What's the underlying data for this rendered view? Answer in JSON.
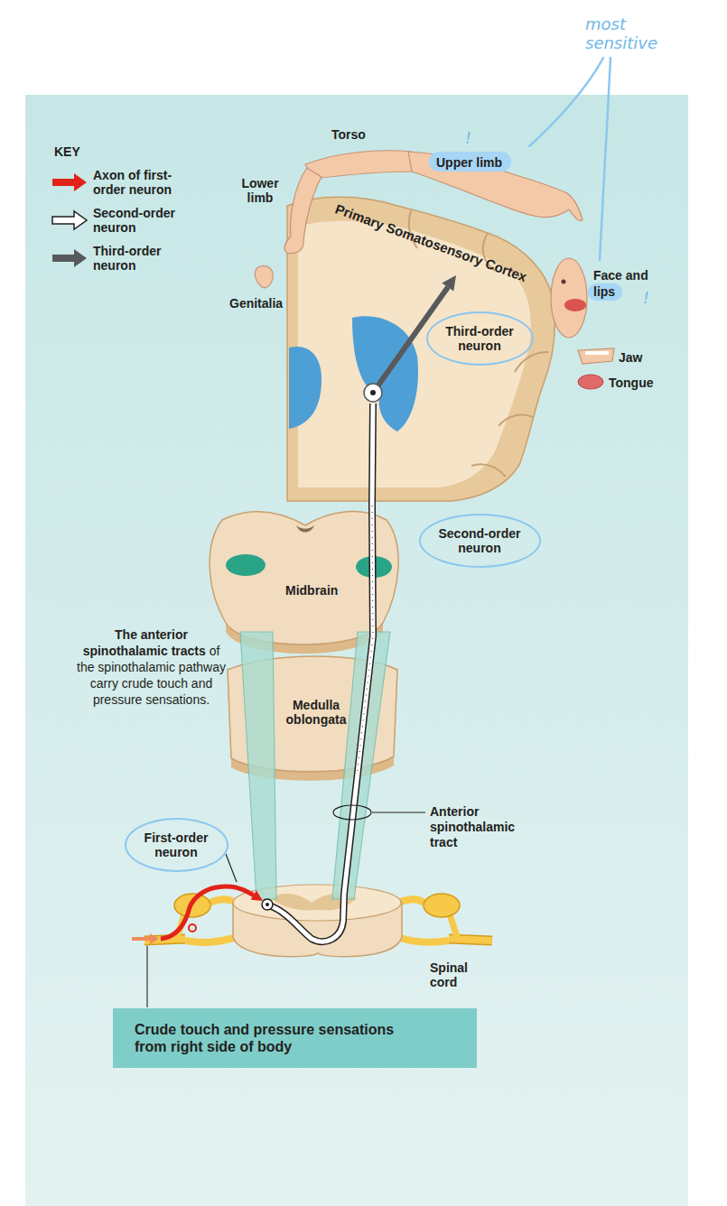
{
  "diagram": {
    "nodes": [
      {
        "text": [
          "Upper limb"
        ]
      },
      {
        "text": [
          "Third-order neuron"
        ]
      },
      {
        "text": [
          "Second-order neuron"
        ]
      },
      {
        "text": [
          "First-order neuron"
        ]
      },
      {
        "text": [
          "Crude touch and pressure sensations from right side of body"
        ]
      }
    ],
    "labels": [
      "most sensitive",
      "KEY",
      "!",
      "Torso",
      "Lower limb",
      "Primary Somatosensory Cortex",
      "Genitalia",
      "Face and lips",
      "!",
      "Jaw",
      "Tongue",
      "Midbrain",
      "The anterior spinothalamic tracts",
      "of the spinothalamic pathway carry crude touch and pressure sensations.",
      "Medulla oblongata",
      "Anterior spinothalamic tract",
      "Spinal cord"
    ],
    "legend": [
      {
        "text": "Axon of first-order neuron"
      },
      {
        "text": "Second-order neuron"
      },
      {
        "text": "Third-order neuron"
      }
    ]
  }
}
